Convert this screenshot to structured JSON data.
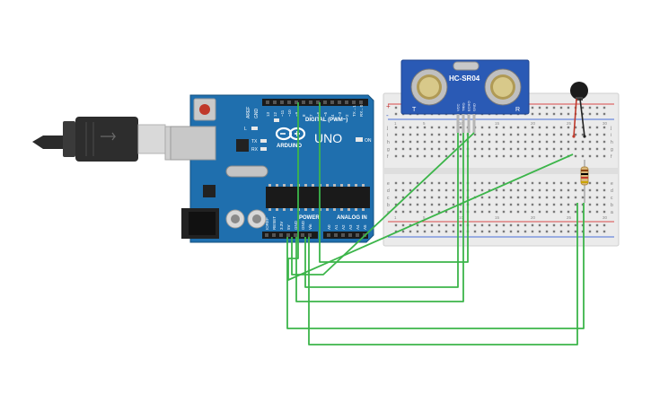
{
  "arduino": {
    "logo_text": "ARDUINO",
    "model": "UNO",
    "digital_header": "DIGITAL (PWM~)",
    "power_header": "POWER",
    "analog_header": "ANALOG IN",
    "on_label": "ON",
    "l_label": "L",
    "tx_label": "TX",
    "rx_label": "RX",
    "aref_label": "AREF",
    "gnd_label": "GND",
    "digital_pins": [
      "13",
      "12",
      "~11",
      "~10",
      "~9",
      "8",
      "7",
      "~6",
      "~5",
      "4",
      "~3",
      "2",
      "TX→1",
      "RX←0"
    ],
    "power_pins": [
      "IOREF",
      "RESET",
      "3.3V",
      "5V",
      "GND",
      "GND",
      "Vin"
    ],
    "analog_pins": [
      "A0",
      "A1",
      "A2",
      "A3",
      "A4",
      "A5"
    ]
  },
  "sensor": {
    "name": "HC-SR04",
    "pins": [
      "VCC",
      "TRIG",
      "ECHO",
      "GND"
    ],
    "t_label": "T",
    "r_label": "R"
  },
  "breadboard": {
    "row_letters_top": [
      "j",
      "i",
      "h",
      "g",
      "f"
    ],
    "row_letters_bottom": [
      "e",
      "d",
      "c",
      "b",
      "a"
    ],
    "column_numbers": [
      "1",
      "5",
      "10",
      "15",
      "20",
      "25",
      "30"
    ],
    "rail_plus": "+",
    "rail_minus": "-"
  },
  "colors": {
    "board_blue": "#1f6fae",
    "wire_green": "#3cb54a",
    "sensor_blue": "#2a5ab5",
    "breadboard_body": "#ebebeb"
  },
  "icons": {
    "usb_plug": "usb-cable-icon",
    "buzzer": "vibration-motor-icon",
    "resistor": "resistor-icon"
  }
}
